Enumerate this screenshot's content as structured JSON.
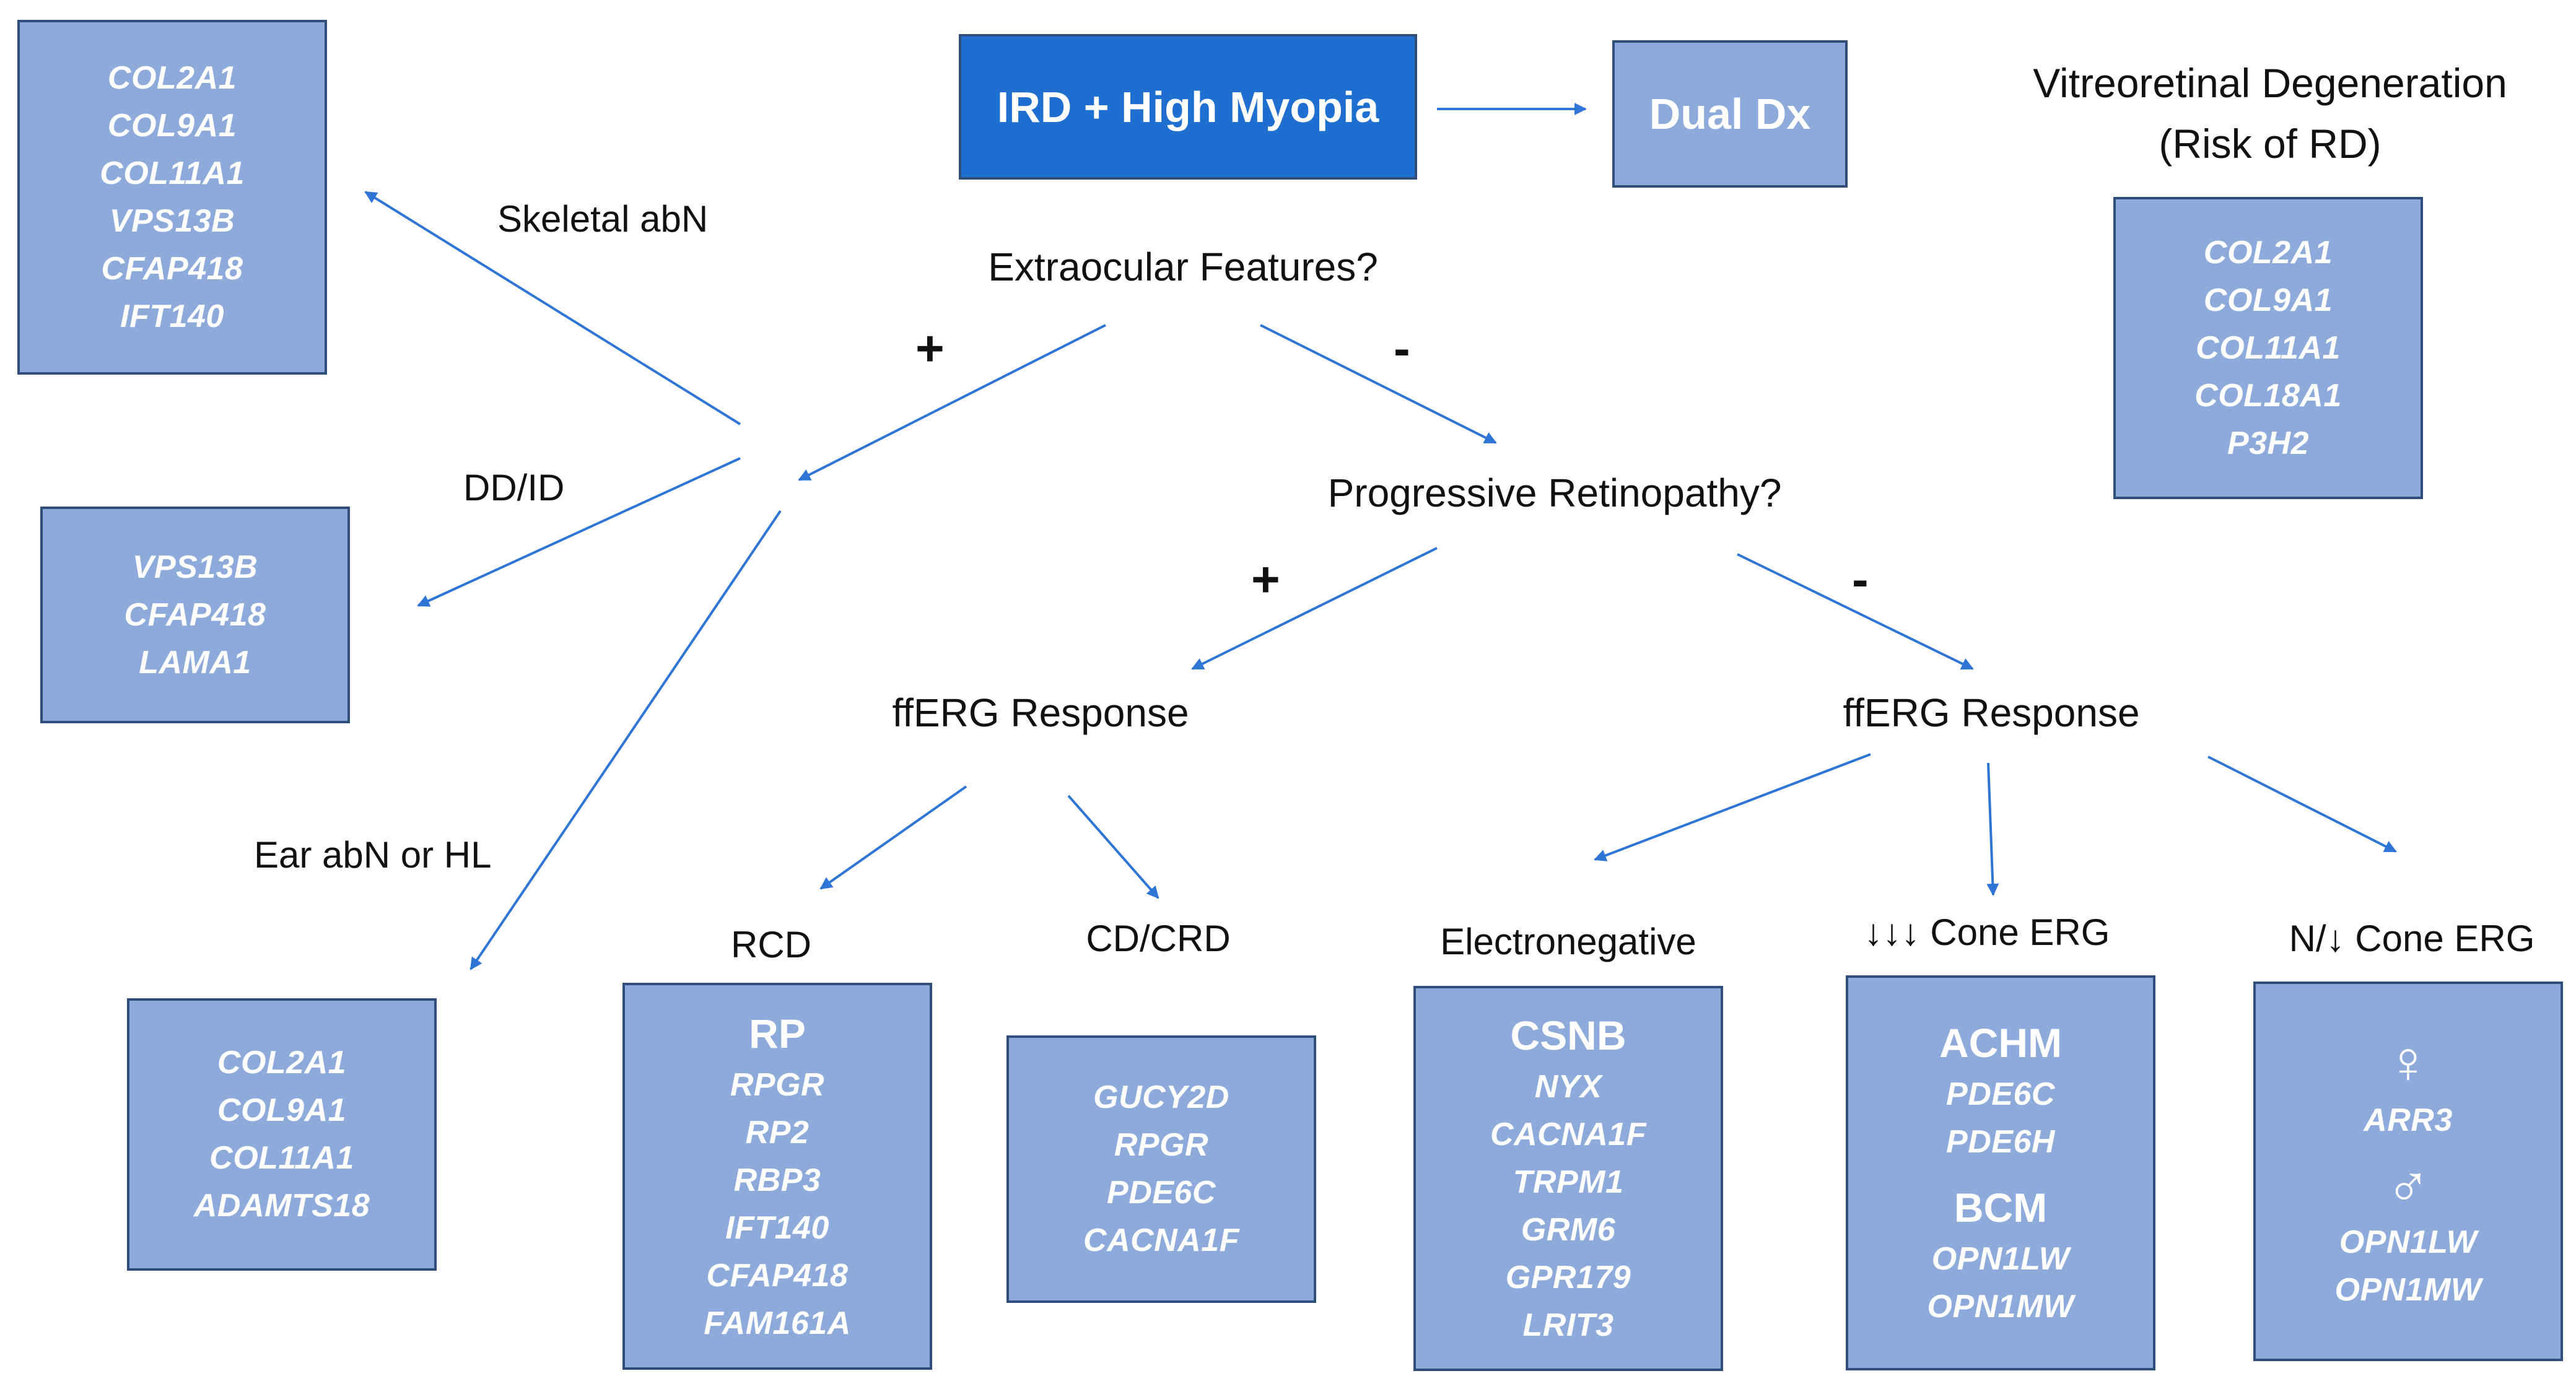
{
  "title_box": "IRD + High Myopia",
  "dual_box": "Dual Dx",
  "vitreo": {
    "heading_line1": "Vitreoretinal Degeneration",
    "heading_line2": "(Risk of RD)",
    "genes": [
      "COL2A1",
      "COL9A1",
      "COL11A1",
      "COL18A1",
      "P3H2"
    ]
  },
  "questions": {
    "extraocular": "Extraocular Features?",
    "progressive": "Progressive Retinopathy?",
    "fferg_left": "ffERG Response",
    "fferg_right": "ffERG Response"
  },
  "signs": {
    "extra_plus": "+",
    "extra_minus": "-",
    "prog_plus": "+",
    "prog_minus": "-"
  },
  "branch_labels": {
    "skeletal": "Skeletal abN",
    "ddid": "DD/ID",
    "ear": "Ear abN or HL",
    "rcd": "RCD",
    "cdcrd": "CD/CRD",
    "electronegative": "Electronegative",
    "cone_reduced": "↓↓↓ Cone ERG",
    "cone_normal": "N/↓ Cone ERG"
  },
  "skeletal_genes": [
    "COL2A1",
    "COL9A1",
    "COL11A1",
    "VPS13B",
    "CFAP418",
    "IFT140"
  ],
  "ddid_genes": [
    "VPS13B",
    "CFAP418",
    "LAMA1"
  ],
  "ear_genes": [
    "COL2A1",
    "COL9A1",
    "COL11A1",
    "ADAMTS18"
  ],
  "rp": {
    "heading": "RP",
    "genes": [
      "RPGR",
      "RP2",
      "RBP3",
      "IFT140",
      "CFAP418",
      "FAM161A"
    ]
  },
  "cdcrd_genes": [
    "GUCY2D",
    "RPGR",
    "PDE6C",
    "CACNA1F"
  ],
  "csnb": {
    "heading": "CSNB",
    "genes": [
      "NYX",
      "CACNA1F",
      "TRPM1",
      "GRM6",
      "GPR179",
      "LRIT3"
    ]
  },
  "achm_bcm": {
    "achm_heading": "ACHM",
    "achm_genes": [
      "PDE6C",
      "PDE6H"
    ],
    "bcm_heading": "BCM",
    "bcm_genes": [
      "OPN1LW",
      "OPN1MW"
    ]
  },
  "sex_box": {
    "female_symbol": "♀",
    "female_genes": [
      "ARR3"
    ],
    "male_symbol": "♂",
    "male_genes": [
      "OPN1LW",
      "OPN1MW"
    ]
  },
  "colors": {
    "box_fill": "#8eaadb",
    "box_fill_dark": "#1f6fd0",
    "box_border": "#2f4f7a",
    "arrow": "#2e75d6",
    "text_dark": "#111111",
    "text_light": "#ffffff"
  }
}
